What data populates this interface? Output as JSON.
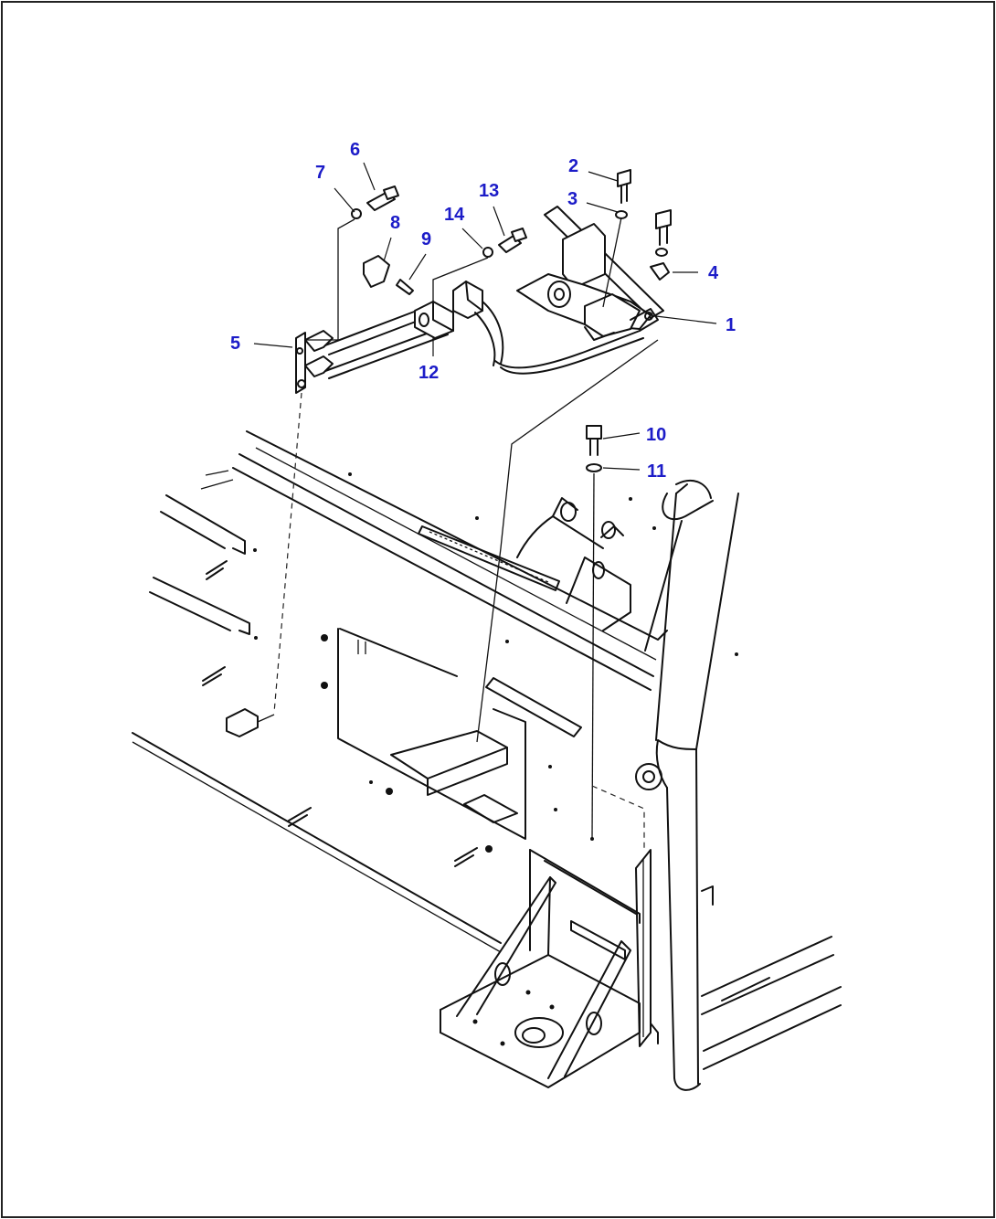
{
  "diagram": {
    "callouts": [
      {
        "id": "1",
        "label": "1"
      },
      {
        "id": "2",
        "label": "2"
      },
      {
        "id": "3",
        "label": "3"
      },
      {
        "id": "4",
        "label": "4"
      },
      {
        "id": "5",
        "label": "5"
      },
      {
        "id": "6",
        "label": "6"
      },
      {
        "id": "7",
        "label": "7"
      },
      {
        "id": "8",
        "label": "8"
      },
      {
        "id": "9",
        "label": "9"
      },
      {
        "id": "10",
        "label": "10"
      },
      {
        "id": "11",
        "label": "11"
      },
      {
        "id": "12",
        "label": "12"
      },
      {
        "id": "13",
        "label": "13"
      },
      {
        "id": "14",
        "label": "14"
      }
    ],
    "colors": {
      "callout": "#1c1cc8",
      "line": "#111111",
      "background": "#ffffff"
    }
  }
}
